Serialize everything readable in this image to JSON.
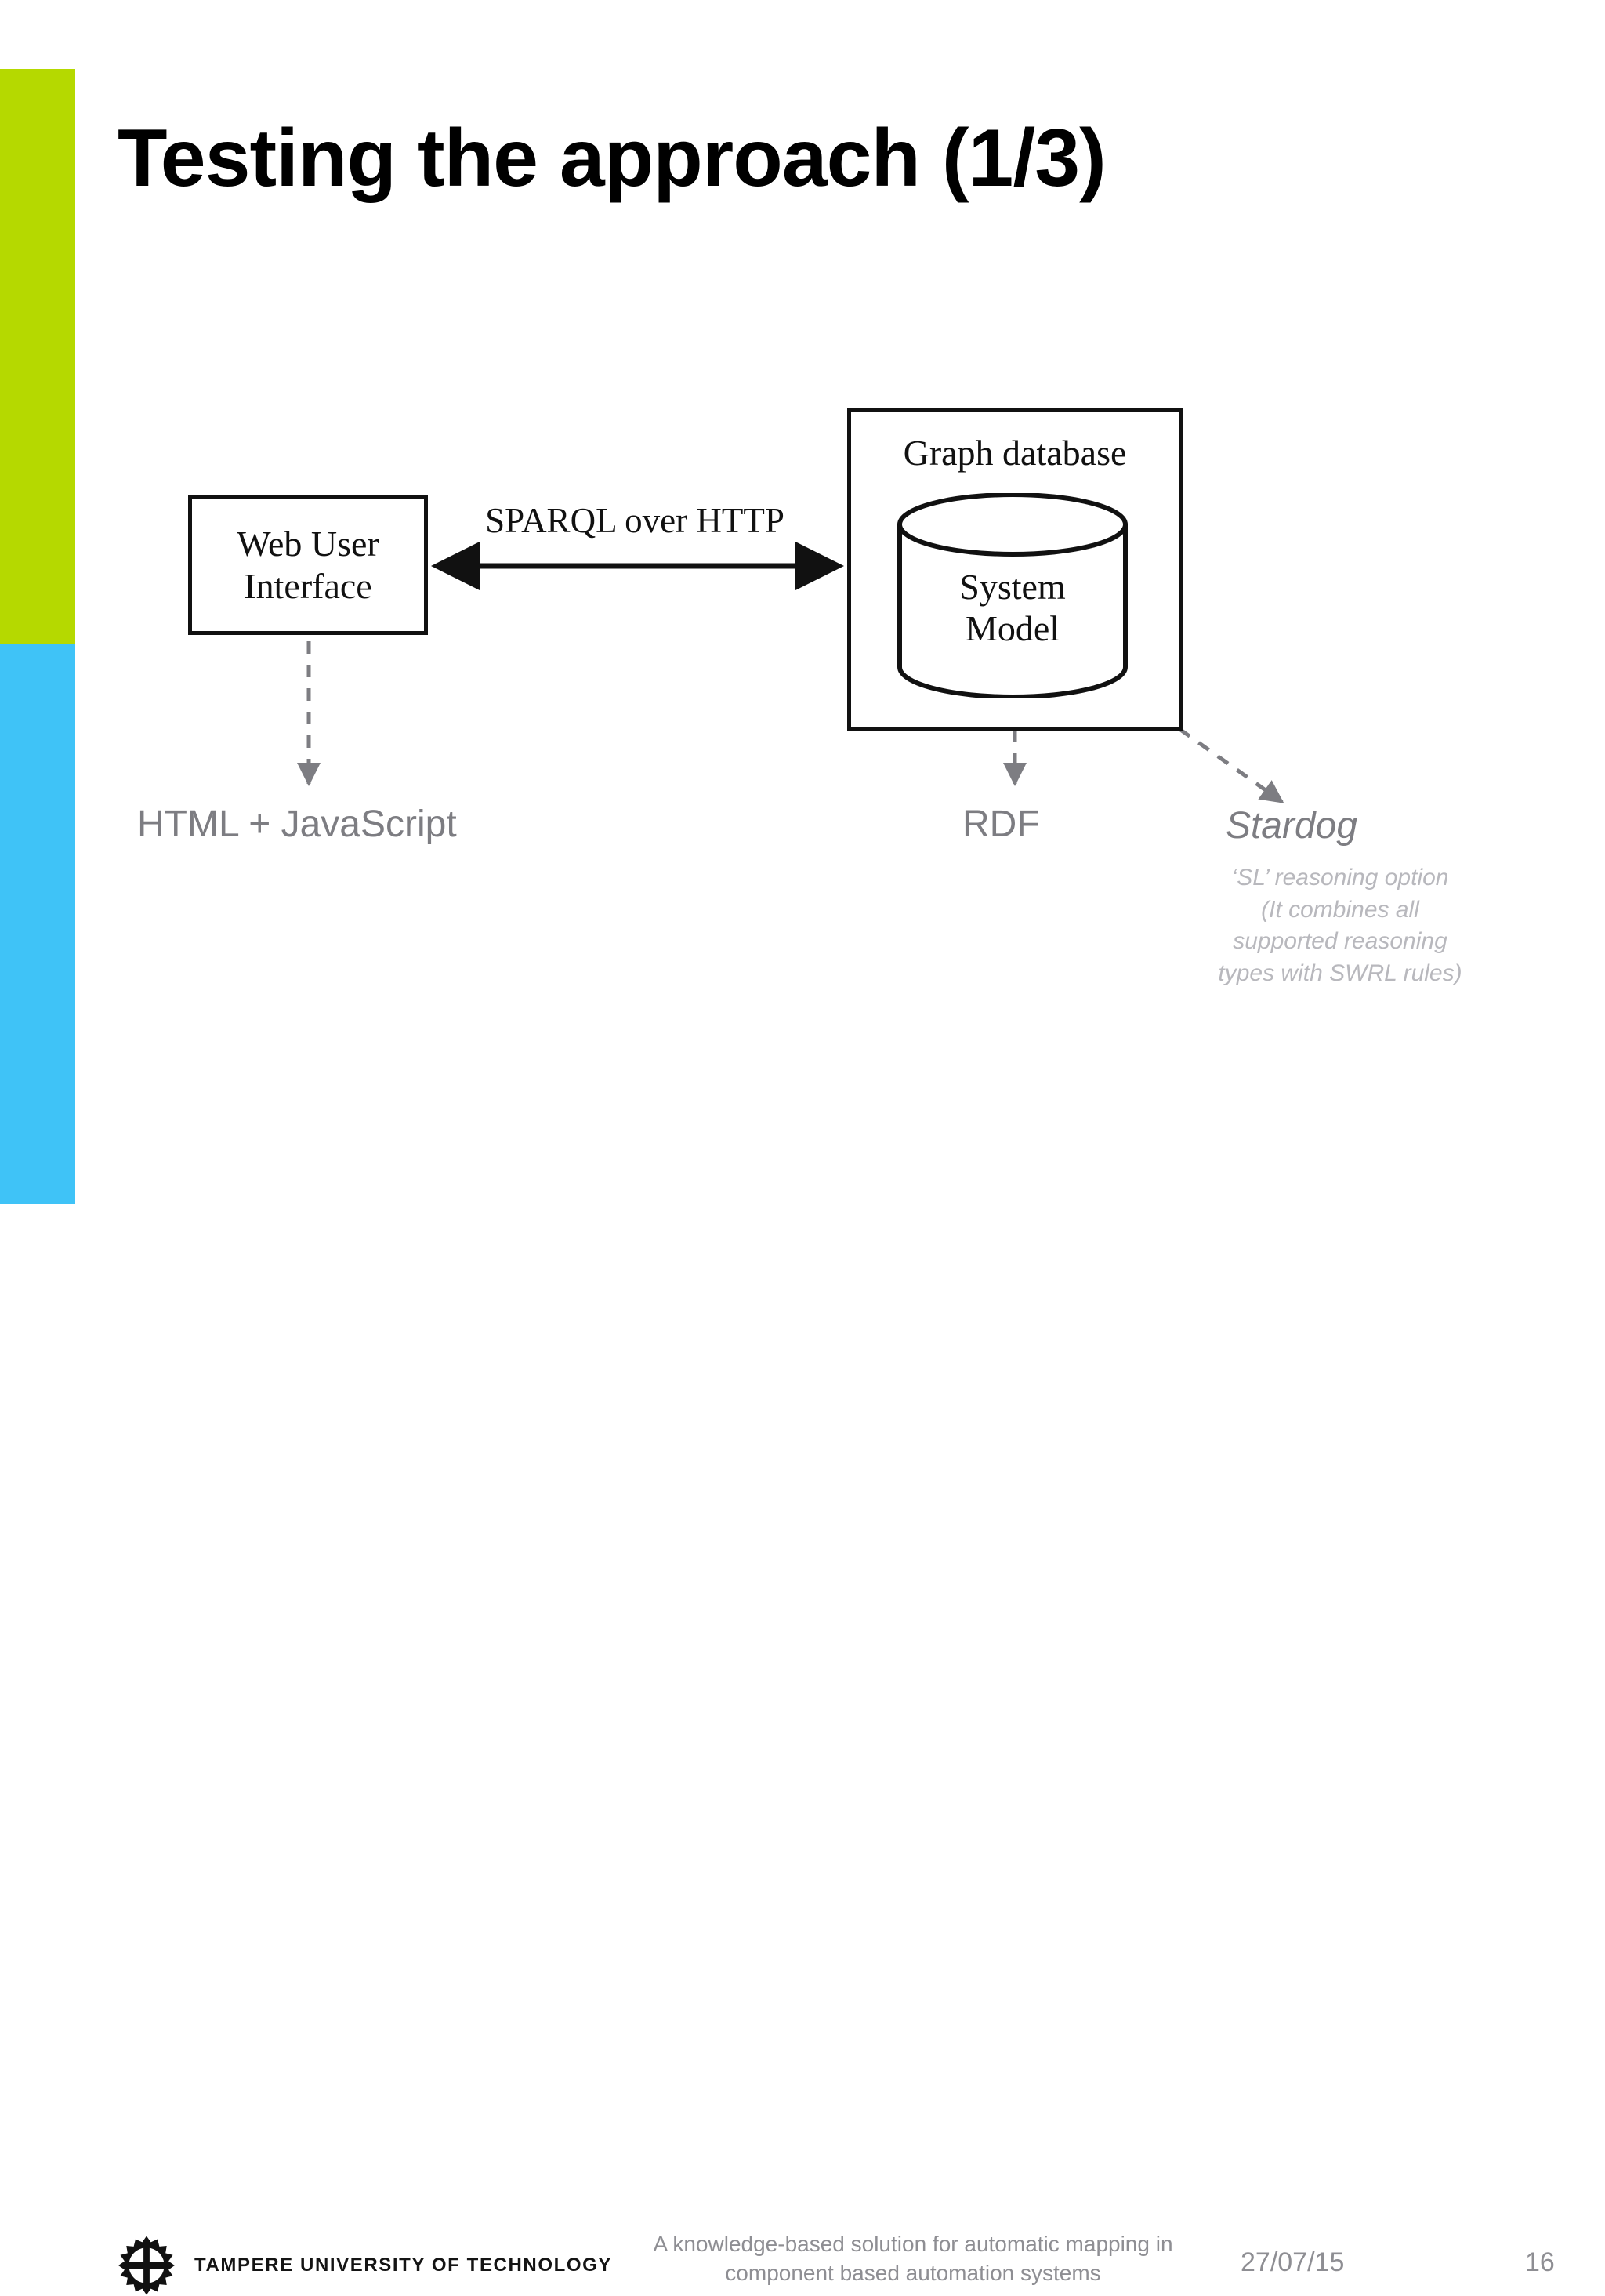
{
  "slide": {
    "title": "Testing the approach (1/3)",
    "page_number": "16",
    "date": "27/07/15"
  },
  "theme": {
    "accent_green": "#b5d900",
    "accent_cyan": "#3fc3f7",
    "title_color": "#000000",
    "annotation_gray": "#7d7d82",
    "annotation_light_gray": "#b8b8bd",
    "footer_gray": "#8e8e93",
    "diagram_stroke": "#111111"
  },
  "diagram": {
    "web_ui_box": {
      "line1": "Web User",
      "line2": "Interface"
    },
    "connector_label": "SPARQL over HTTP",
    "graph_db_box": {
      "title": "Graph database",
      "cylinder_line1": "System",
      "cylinder_line2": "Model"
    },
    "annotations": {
      "web_ui_tech": "HTML + JavaScript",
      "data_format": "RDF",
      "engine": "Stardog",
      "engine_note": [
        "‘SL’ reasoning option",
        "(It combines all",
        "supported reasoning",
        "types with SWRL rules)"
      ]
    }
  },
  "footer": {
    "organization": "TAMPERE UNIVERSITY OF TECHNOLOGY",
    "subject_line1": "A knowledge-based solution for automatic mapping in",
    "subject_line2": "component based automation systems"
  }
}
